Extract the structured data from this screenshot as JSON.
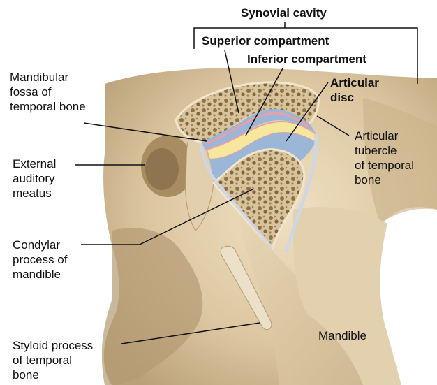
{
  "labels": {
    "synovial_cavity": "Synovial cavity",
    "superior_compartment": "Superior compartment",
    "inferior_compartment": "Inferior compartment",
    "articular_disc": "Articular\ndisc",
    "mandibular_fossa": "Mandibular\nfossa of\ntemporal bone",
    "articular_tubercle": "Articular\ntubercle\nof temporal\nbone",
    "external_auditory_meatus": "External\nauditory\nmeatus",
    "condylar_process": "Condylar\nprocess of\nmandible",
    "styloid_process": "Styloid process\nof temporal\nbone",
    "mandible": "Mandible"
  },
  "colors": {
    "bone": "#e6d3b1",
    "bone_shadow": "#c9b38c",
    "synovial_fluid": "#9bb6d6",
    "articular_disc": "#f7e79c",
    "cartilage_pink": "#e9a0a8",
    "cancellous_bone": "#b89f6e",
    "leader_line": "#111111"
  }
}
